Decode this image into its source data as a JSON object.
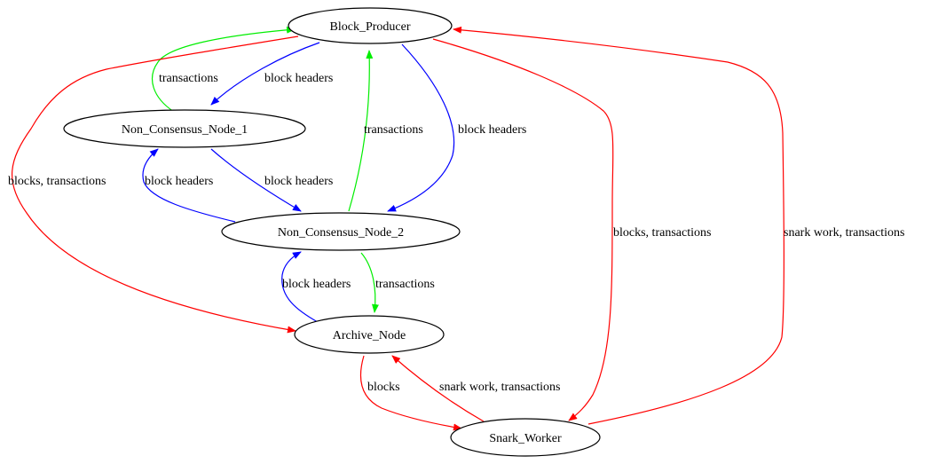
{
  "colors": {
    "blue": "#0000ff",
    "green": "#00ee00",
    "red": "#ff0000",
    "node_stroke": "#000000"
  },
  "nodes": {
    "block_producer": "Block_Producer",
    "ncn1": "Non_Consensus_Node_1",
    "ncn2": "Non_Consensus_Node_2",
    "archive": "Archive_Node",
    "snark": "Snark_Worker"
  },
  "edges": {
    "bp_to_ncn1": {
      "label": "block headers",
      "color": "blue"
    },
    "ncn1_to_bp": {
      "label": "transactions",
      "color": "green"
    },
    "bp_to_ncn2": {
      "label": "block headers",
      "color": "blue"
    },
    "ncn2_to_bp": {
      "label": "transactions",
      "color": "green"
    },
    "bp_to_archive": {
      "label": "blocks, transactions",
      "color": "red"
    },
    "bp_to_snark": {
      "label": "blocks, transactions",
      "color": "red"
    },
    "snark_to_bp": {
      "label": "snark work, transactions",
      "color": "red"
    },
    "ncn1_to_ncn2": {
      "label": "block headers",
      "color": "blue"
    },
    "ncn2_to_ncn1": {
      "label": "block headers",
      "color": "blue"
    },
    "ncn2_to_archive": {
      "label": "transactions",
      "color": "green"
    },
    "archive_to_ncn2": {
      "label": "block headers",
      "color": "blue"
    },
    "archive_to_snark": {
      "label": "blocks",
      "color": "red"
    },
    "snark_to_archive": {
      "label": "snark work, transactions",
      "color": "red"
    }
  }
}
